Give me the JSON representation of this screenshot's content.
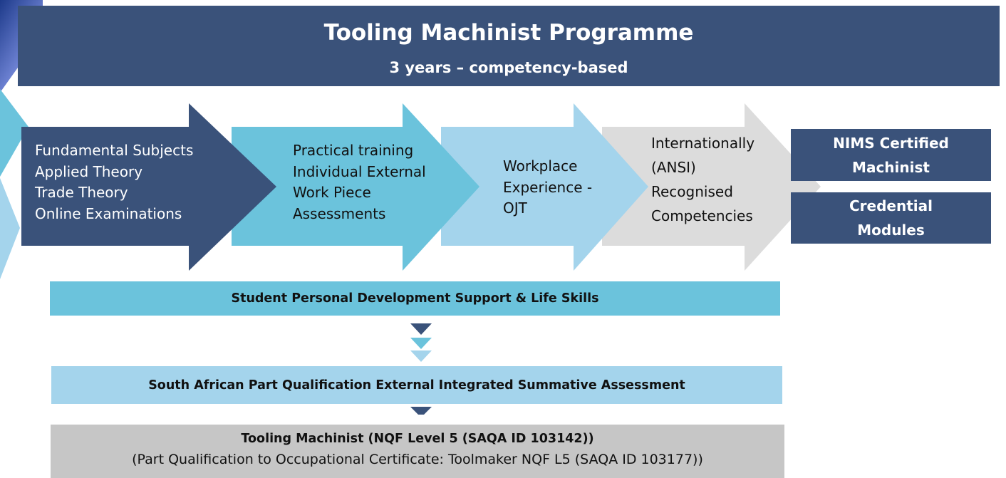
{
  "header": {
    "title": "Tooling Machinist Programme",
    "subtitle": "3 years – competency-based"
  },
  "stages": [
    {
      "lines": [
        "Fundamental Subjects",
        "Applied Theory",
        "Trade Theory",
        "Online Examinations"
      ],
      "color": "#3a527a",
      "text_color": "#ffffff"
    },
    {
      "lines": [
        "Practical training",
        "Individual External",
        "Work Piece",
        "Assessments"
      ],
      "color": "#6bc3dc",
      "text_color": "#111111"
    },
    {
      "lines": [
        "Workplace",
        "Experience -",
        "OJT"
      ],
      "color": "#a4d4ec",
      "text_color": "#111111"
    },
    {
      "lines": [
        "Internationally",
        "(ANSI)",
        "Recognised",
        "Competencies"
      ],
      "color": "#dcdcdc",
      "text_color": "#111111"
    }
  ],
  "outcomes": [
    {
      "lines": [
        "NIMS Certified",
        "Machinist"
      ]
    },
    {
      "lines": [
        "Credential",
        "Modules"
      ]
    }
  ],
  "support_bar": {
    "label": "Student Personal Development Support & Life Skills",
    "color": "#6bc3dc"
  },
  "assessment_bar": {
    "label": "South African Part Qualification External Integrated Summative Assessment",
    "color": "#a4d4ec"
  },
  "qualification": {
    "title": "Tooling Machinist (NQF Level 5 (SAQA ID 103142))",
    "subtitle": "(Part Qualification to Occupational Certificate: Toolmaker NQF L5 (SAQA ID 103177))"
  },
  "colors": {
    "navy": "#3a527a",
    "teal": "#6bc3dc",
    "light_blue": "#a4d4ec",
    "light_gray": "#dcdcdc",
    "gray": "#c6c6c6"
  }
}
